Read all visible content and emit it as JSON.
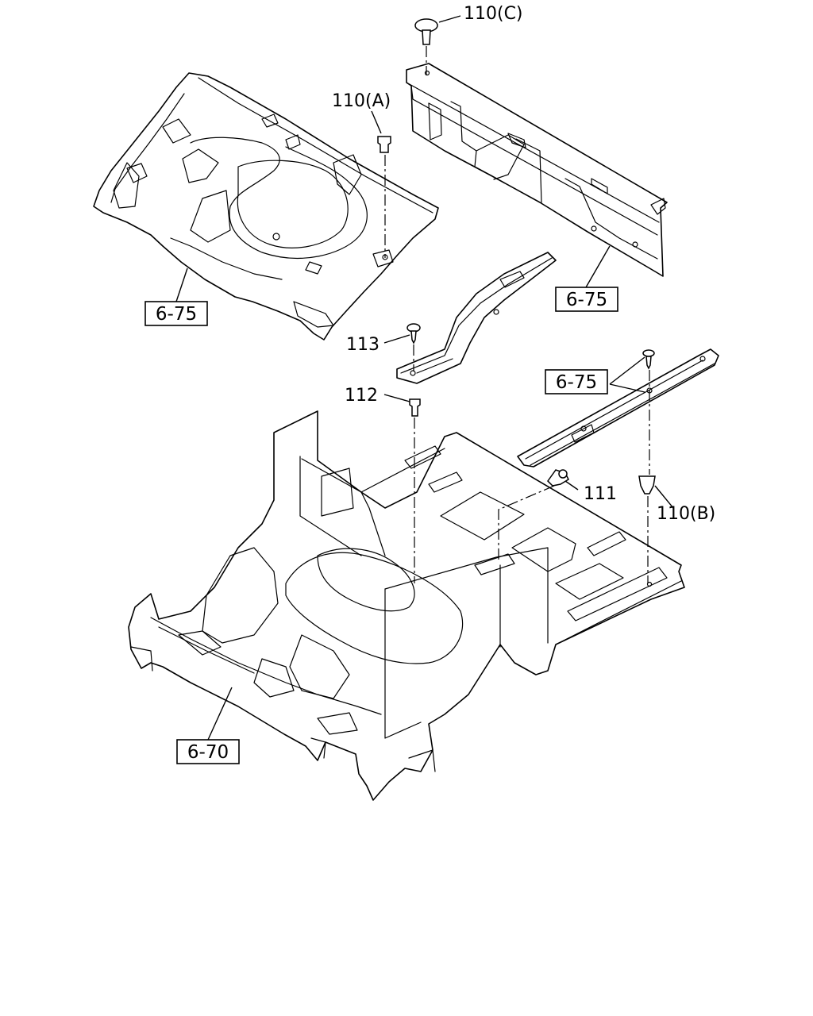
{
  "diagram": {
    "callouts": {
      "c110c": "110(C)",
      "c110a": "110(A)",
      "c113": "113",
      "c112": "112",
      "c111": "111",
      "c110b": "110(B)"
    },
    "refs": {
      "ref_left_panel": "6-75",
      "ref_back_panel": "6-75",
      "ref_side_rail": "6-75",
      "ref_floor": "6-70"
    }
  }
}
